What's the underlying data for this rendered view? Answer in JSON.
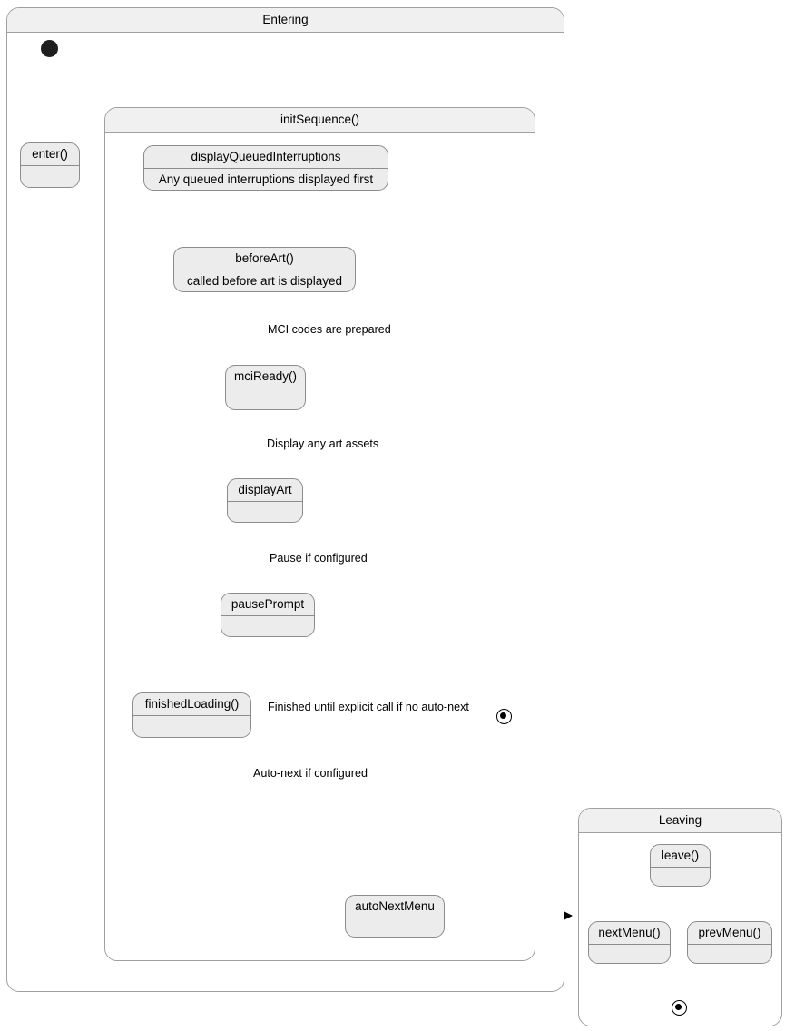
{
  "diagram": {
    "type": "uml-state-machine",
    "title": "Entering",
    "background": "#ffffff",
    "colors": {
      "container_header_fill": "#f0f0f0",
      "container_border": "#a0a0a0",
      "state_fill": "#ececec",
      "state_border": "#8c8c8c",
      "node_fill": "#1e1e1e",
      "edge": "#000000"
    }
  },
  "regions": {
    "entering": {
      "title": "Entering"
    },
    "init_sequence": {
      "title": "initSequence()"
    },
    "leaving": {
      "title": "Leaving"
    }
  },
  "states": {
    "enter": {
      "name": "enter()",
      "body": ""
    },
    "display_queued_interruptions": {
      "name": "displayQueuedInterruptions",
      "body": "Any queued interruptions displayed first"
    },
    "before_art": {
      "name": "beforeArt()",
      "body": "called before art is displayed"
    },
    "mci_ready": {
      "name": "mciReady()",
      "body": ""
    },
    "display_art": {
      "name": "displayArt",
      "body": ""
    },
    "pause_prompt": {
      "name": "pausePrompt",
      "body": ""
    },
    "finished_loading": {
      "name": "finishedLoading()",
      "body": ""
    },
    "auto_next_menu": {
      "name": "autoNextMenu",
      "body": ""
    },
    "leave": {
      "name": "leave()",
      "body": ""
    },
    "next_menu": {
      "name": "nextMenu()",
      "body": ""
    },
    "prev_menu": {
      "name": "prevMenu()",
      "body": ""
    }
  },
  "transitions": [
    {
      "id": "t_initial_enter",
      "from": "initial-node",
      "to": "enter",
      "label": ""
    },
    {
      "id": "t_enter_init",
      "from": "enter",
      "to": "init_sequence",
      "label": ""
    },
    {
      "id": "t_dqi_beforeart",
      "from": "display_queued_interruptions",
      "to": "before_art",
      "label": ""
    },
    {
      "id": "t_beforeart_mci",
      "from": "before_art",
      "to": "mci_ready",
      "label": "MCI codes are prepared"
    },
    {
      "id": "t_mci_displayart",
      "from": "mci_ready",
      "to": "display_art",
      "label": "Display any art assets"
    },
    {
      "id": "t_displayart_pause",
      "from": "display_art",
      "to": "pause_prompt",
      "label": "Pause if configured"
    },
    {
      "id": "t_displayart_finished",
      "from": "display_art",
      "to": "finished_loading",
      "label": ""
    },
    {
      "id": "t_pause_finished",
      "from": "pause_prompt",
      "to": "finished_loading",
      "label": ""
    },
    {
      "id": "t_finished_final",
      "from": "finished_loading",
      "to": "final-node",
      "label": "Finished until explicit call if no auto-next"
    },
    {
      "id": "t_finished_autonext",
      "from": "finished_loading",
      "to": "auto_next_menu",
      "label": "Auto-next if configured"
    },
    {
      "id": "t_autonext_leaving",
      "from": "auto_next_menu",
      "to": "leaving",
      "label": ""
    },
    {
      "id": "t_leave_next",
      "from": "leave",
      "to": "next_menu",
      "label": ""
    },
    {
      "id": "t_leave_prev",
      "from": "leave",
      "to": "prev_menu",
      "label": ""
    },
    {
      "id": "t_next_final",
      "from": "next_menu",
      "to": "leaving-final",
      "label": ""
    },
    {
      "id": "t_prev_final",
      "from": "prev_menu",
      "to": "leaving-final",
      "label": ""
    }
  ],
  "labels": {
    "mci_codes": "MCI codes are prepared",
    "display_art_assets": "Display any art assets",
    "pause_if_configured": "Pause if configured",
    "finished_until_explicit": "Finished until explicit call if no auto-next",
    "auto_next_if_configured": "Auto-next if configured"
  }
}
